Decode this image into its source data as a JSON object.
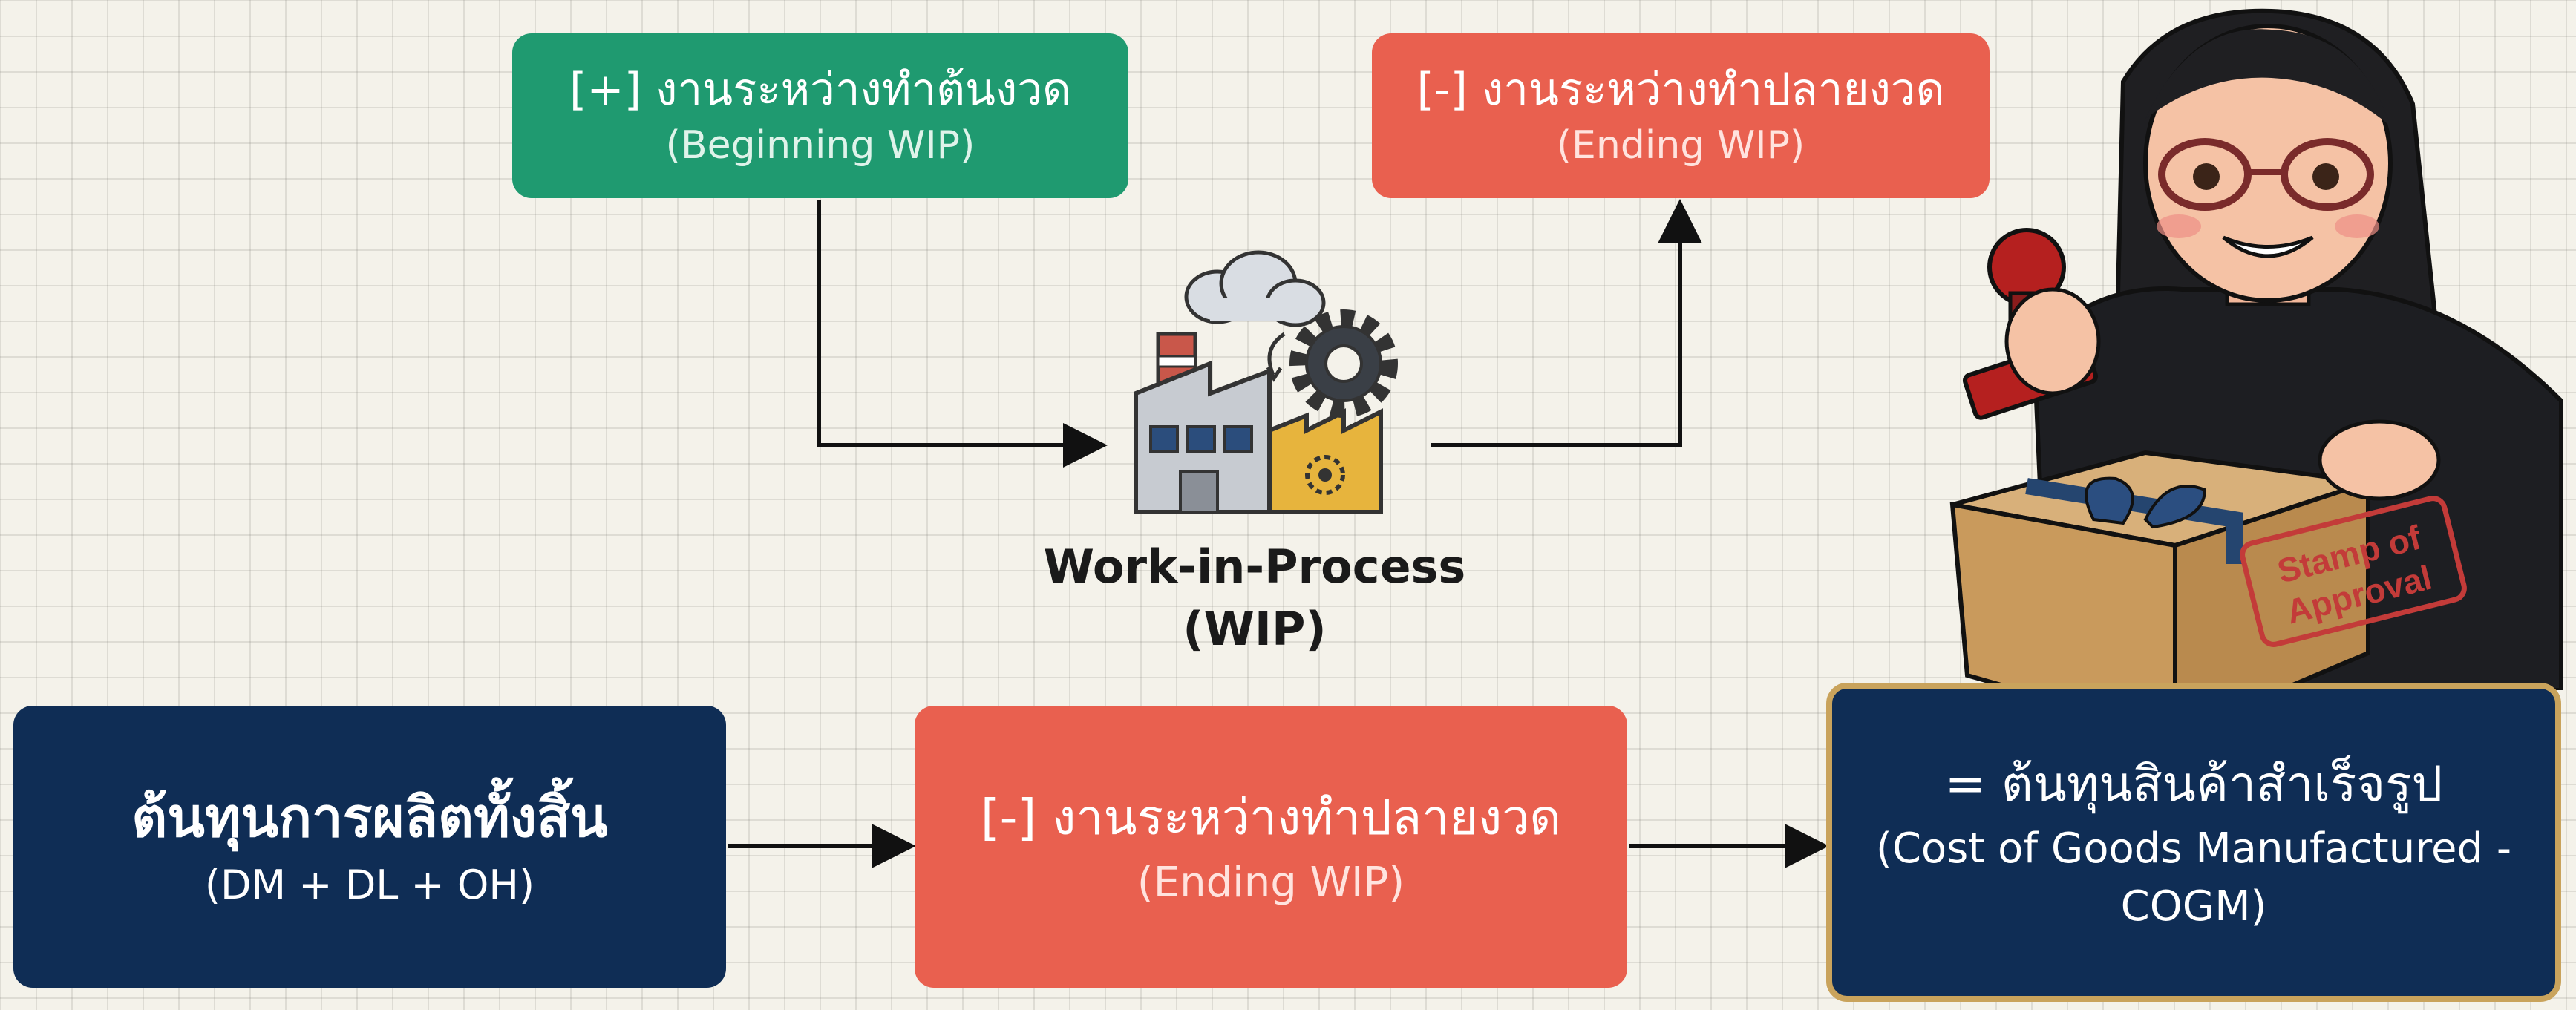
{
  "beginning_wip": {
    "line1": "[+] งานระหว่างทำต้นงวด",
    "line2": "(Beginning WIP)"
  },
  "ending_wip_top": {
    "line1": "[-] งานระหว่างทำปลายงวด",
    "line2": "(Ending WIP)"
  },
  "wip": {
    "line1": "Work-in-Process",
    "line2": "(WIP)"
  },
  "total_cost": {
    "line1": "ต้นทุนการผลิตทั้งสิ้น",
    "line2": "(DM + DL + OH)"
  },
  "ending_wip_bottom": {
    "line1": "[-] งานระหว่างทำปลายงวด",
    "line2": "(Ending WIP)"
  },
  "cogm": {
    "line1": "= ต้นทุนสินค้าสำเร็จรูป",
    "line2": "(Cost of Goods Manufactured - COGM)"
  },
  "stamp": {
    "line1": "Stamp of",
    "line2": "Approval"
  },
  "colors": {
    "green": "#1f9a70",
    "coral": "#e9604f",
    "navy": "#0f2d55",
    "gold": "#c9a35c",
    "background": "#f4f2ea"
  },
  "icons": [
    "factory-icon",
    "gear-icon",
    "cloud-icon",
    "arrow-icon"
  ]
}
